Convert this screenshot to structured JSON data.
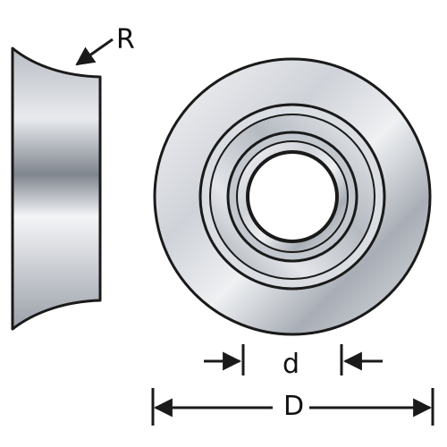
{
  "labels": {
    "radius": "R",
    "inner_diameter": "d",
    "outer_diameter": "D"
  },
  "colors": {
    "outline": "#1a1a1a",
    "metal_light": "#f2f3f5",
    "metal_mid": "#c9ccd2",
    "metal_dark": "#8a8f98",
    "background": "#ffffff"
  }
}
